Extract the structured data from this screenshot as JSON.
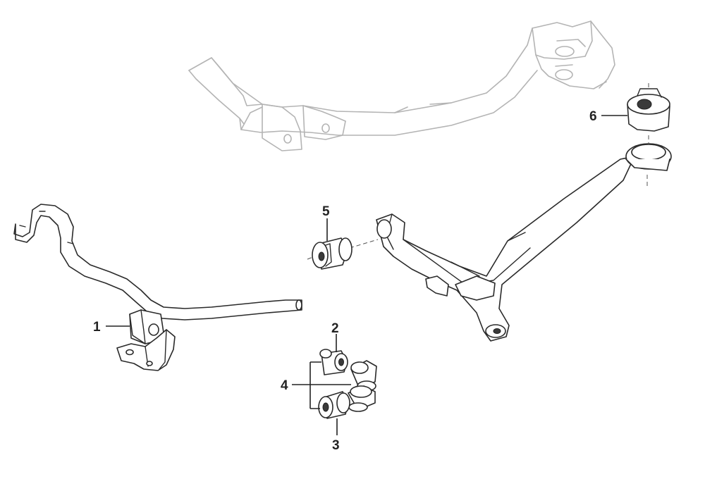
{
  "callouts": {
    "c1": "1",
    "c2": "2",
    "c3": "3",
    "c4": "4",
    "c5": "5",
    "c6": "6"
  },
  "colors": {
    "ghost_outline": "#b4b4b4",
    "part_outline": "#2a2a2a",
    "background": "#ffffff"
  }
}
